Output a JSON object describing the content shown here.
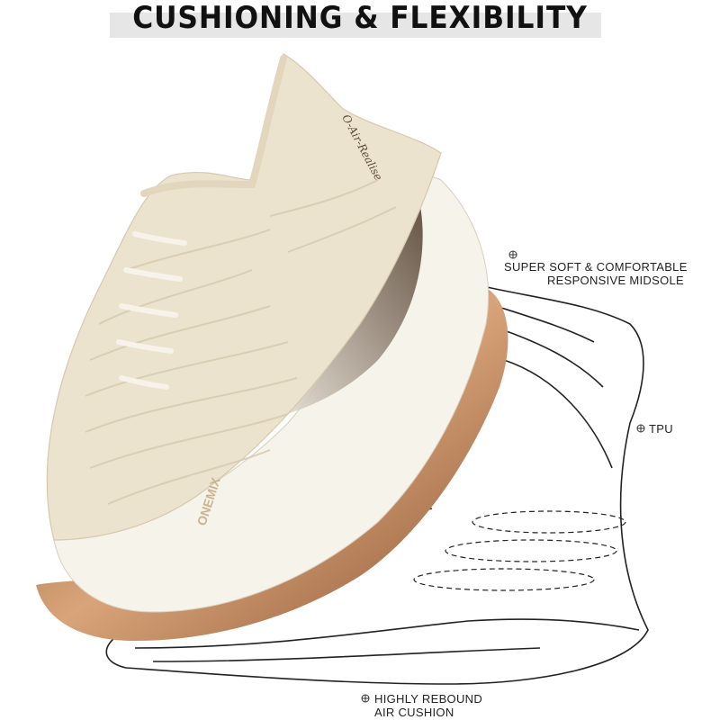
{
  "header": {
    "title": "CUSHIONING & FLEXIBILITY"
  },
  "callouts": {
    "midsole": {
      "line1": "SUPER SOFT & COMFORTABLE",
      "line2": "RESPONSIVE MIDSOLE"
    },
    "tpu": {
      "line1": "TPU"
    },
    "cushion": {
      "line1": "HIGHLY REBOUND",
      "line2": "AIR CUSHION"
    }
  },
  "shoe": {
    "brand_text": "O-Air-Realise",
    "side_text": "ONEMIX"
  },
  "colors": {
    "upper": "#ece3cf",
    "midsole": "#f5f2ea",
    "accent_bronze": "#a06b45",
    "outline": "#222222"
  }
}
